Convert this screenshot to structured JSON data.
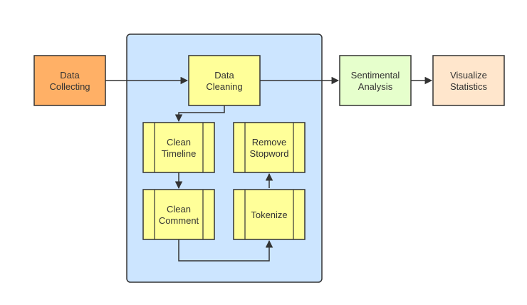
{
  "diagram": {
    "nodes": {
      "data_collecting": {
        "line1": "Data",
        "line2": "Collecting",
        "fill": "#FFB066"
      },
      "data_cleaning": {
        "line1": "Data",
        "line2": "Cleaning",
        "fill": "#FFFF99"
      },
      "clean_timeline": {
        "line1": "Clean",
        "line2": "Timeline",
        "fill": "#FFFF99"
      },
      "clean_comment": {
        "line1": "Clean",
        "line2": "Comment",
        "fill": "#FFFF99"
      },
      "remove_stopword": {
        "line1": "Remove",
        "line2": "Stopword",
        "fill": "#FFFF99"
      },
      "tokenize": {
        "line1": "Tokenize",
        "fill": "#FFFF99"
      },
      "sentimental_analysis": {
        "line1": "Sentimental",
        "line2": "Analysis",
        "fill": "#E6FFCC"
      },
      "visualize_statistics": {
        "line1": "Visualize",
        "line2": "Statistics",
        "fill": "#FFE6CC"
      }
    },
    "group": {
      "fill": "#CCE5FF"
    },
    "edge_color": "#333333"
  }
}
